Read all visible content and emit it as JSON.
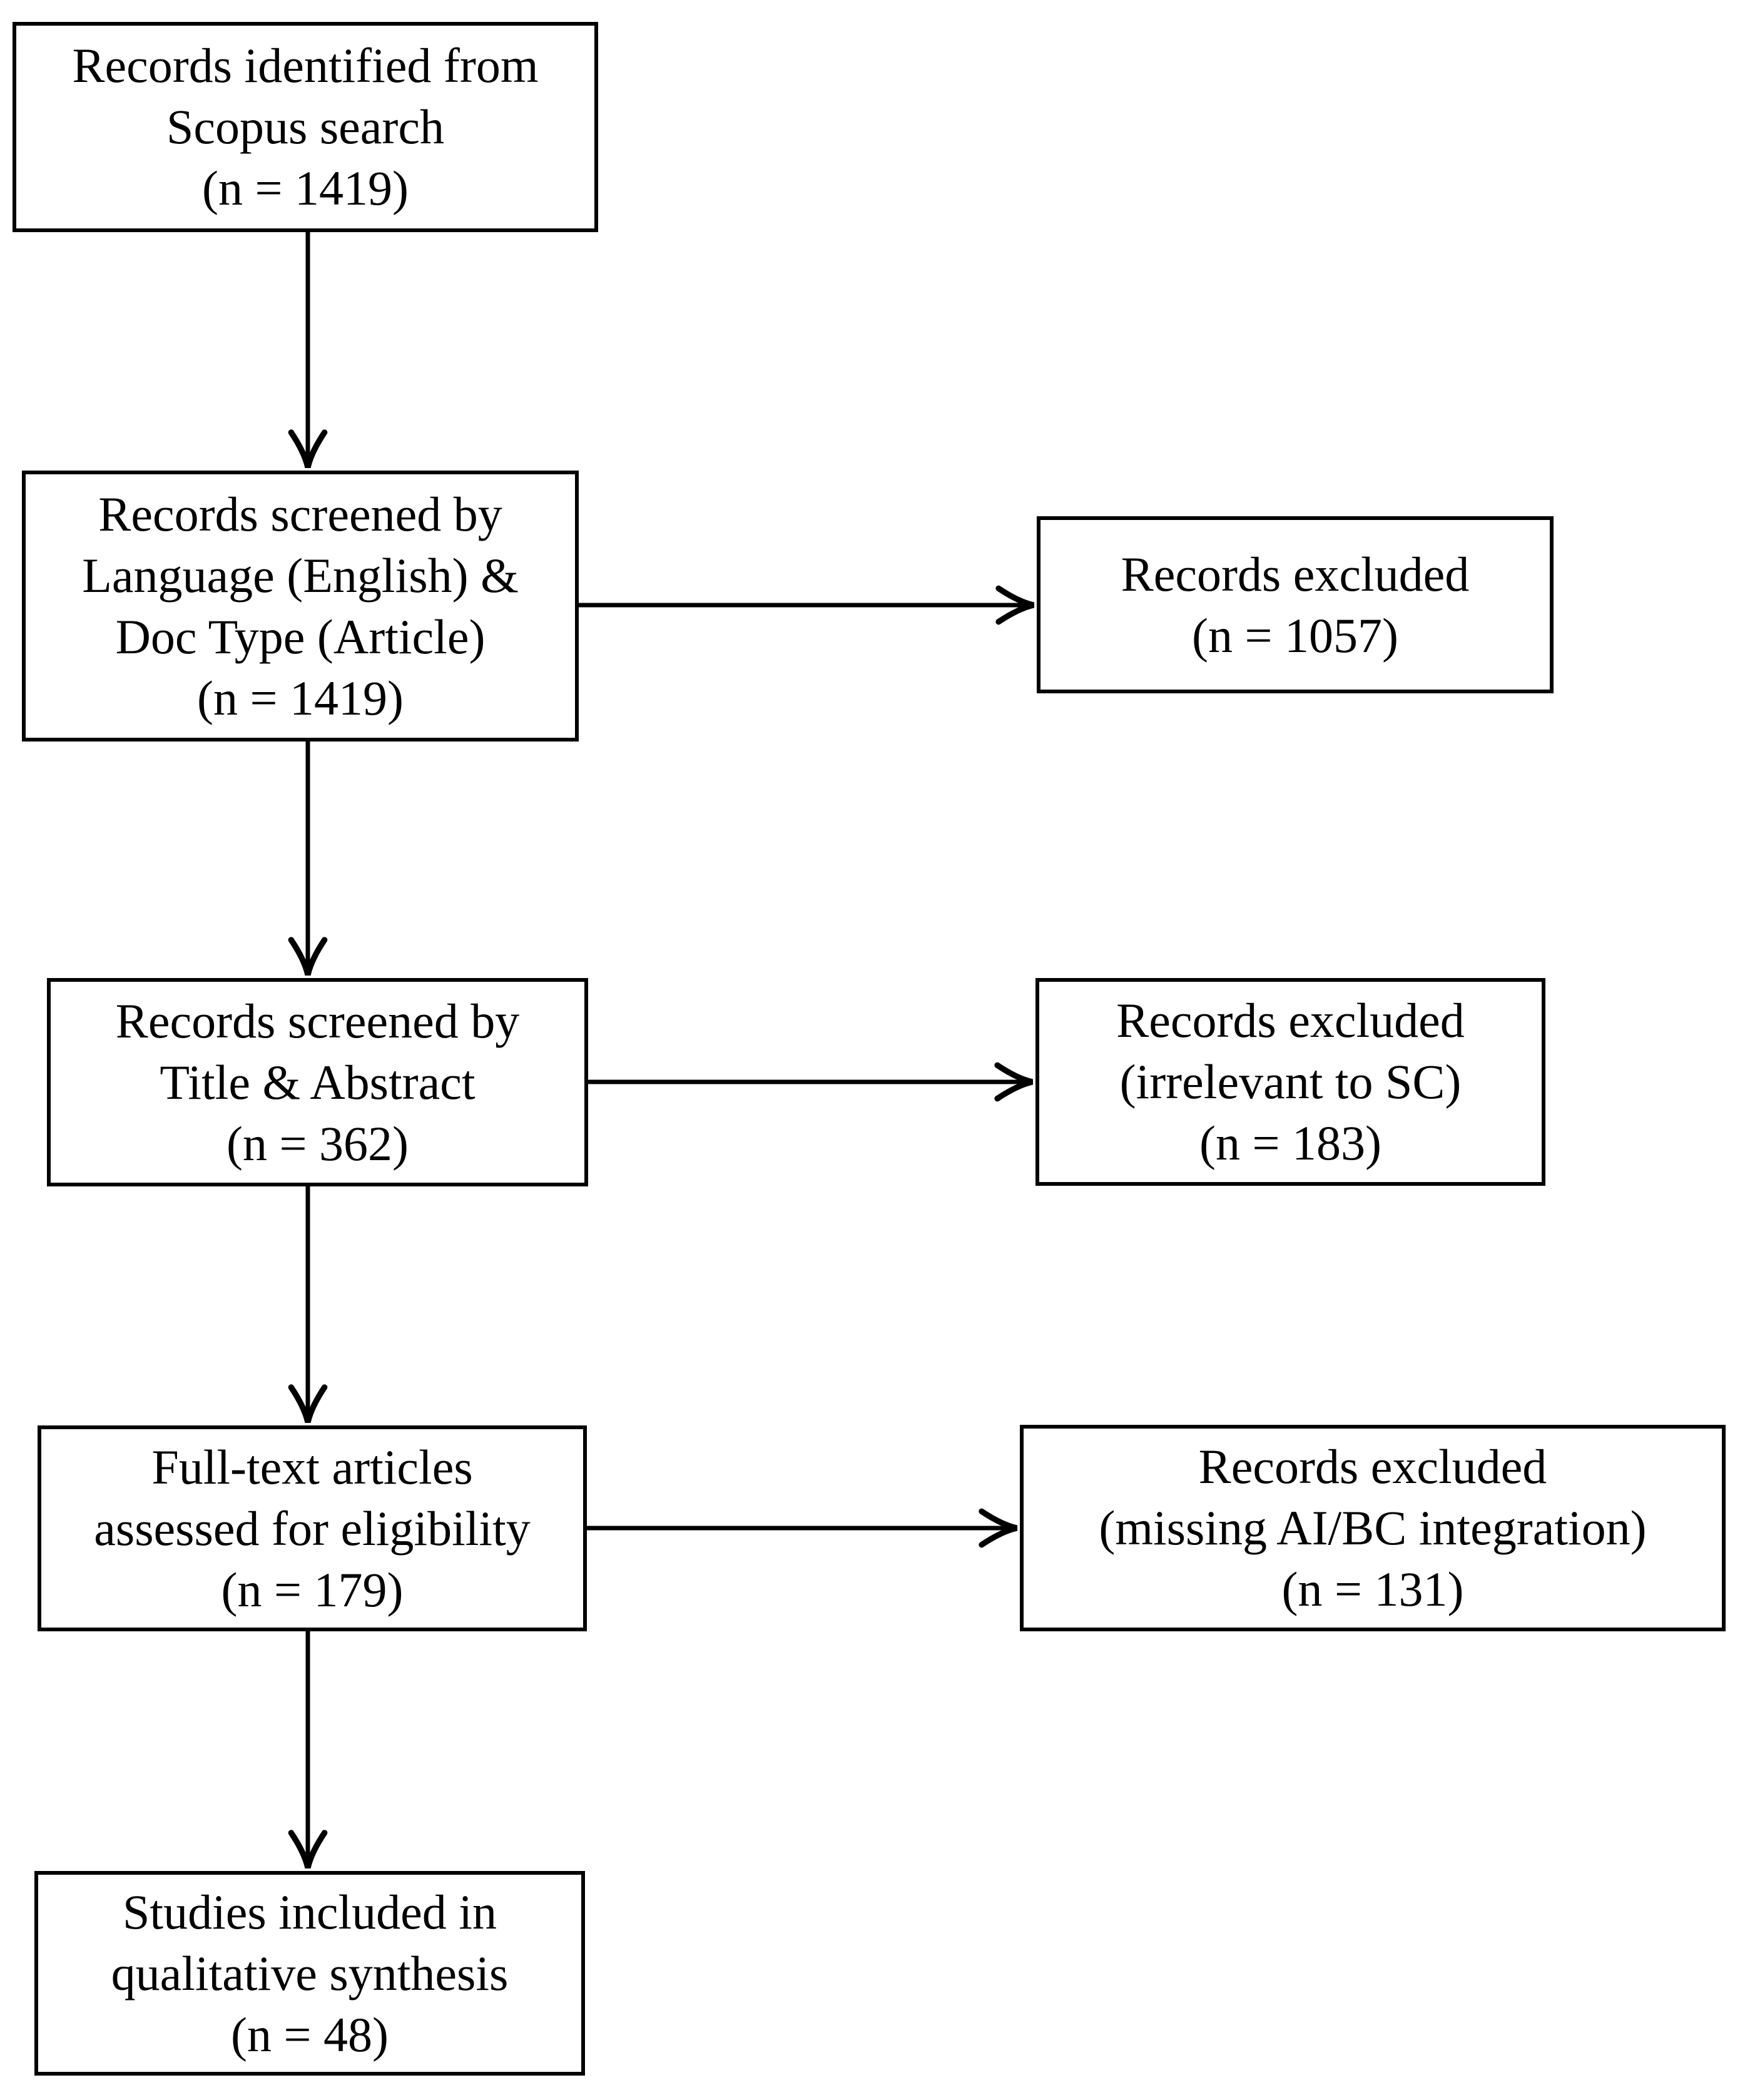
{
  "diagram": {
    "type": "flowchart",
    "title": "PRISMA-style study selection flow diagram",
    "background_color": "#ffffff",
    "line_color": "#000000",
    "text_color": "#000000",
    "nodes": [
      {
        "id": "identified",
        "lines": [
          "Records identified from",
          "Scopus search",
          "(n = 1419)"
        ],
        "count": 1419
      },
      {
        "id": "screened-language",
        "lines": [
          "Records screened by",
          "Language (English) &",
          "Doc Type (Article)",
          "(n = 1419)"
        ],
        "count": 1419
      },
      {
        "id": "excluded-1057",
        "lines": [
          "Records excluded",
          "(n = 1057)"
        ],
        "count": 1057
      },
      {
        "id": "screened-title-abstract",
        "lines": [
          "Records screened by",
          "Title & Abstract",
          "(n = 362)"
        ],
        "count": 362
      },
      {
        "id": "excluded-irrelevant",
        "lines": [
          "Records excluded",
          "(irrelevant to SC)",
          "(n = 183)"
        ],
        "count": 183
      },
      {
        "id": "fulltext-assessed",
        "lines": [
          "Full-text articles",
          "assessed for eligibility",
          "(n = 179)"
        ],
        "count": 179
      },
      {
        "id": "excluded-missing-aibc",
        "lines": [
          "Records excluded",
          "(missing AI/BC integration)",
          "(n = 131)"
        ],
        "count": 131
      },
      {
        "id": "included",
        "lines": [
          "Studies included in",
          "qualitative synthesis",
          "(n = 48)"
        ],
        "count": 48
      }
    ],
    "edges": [
      {
        "from": "identified",
        "to": "screened-language",
        "direction": "down"
      },
      {
        "from": "screened-language",
        "to": "excluded-1057",
        "direction": "right"
      },
      {
        "from": "screened-language",
        "to": "screened-title-abstract",
        "direction": "down"
      },
      {
        "from": "screened-title-abstract",
        "to": "excluded-irrelevant",
        "direction": "right"
      },
      {
        "from": "screened-title-abstract",
        "to": "fulltext-assessed",
        "direction": "down"
      },
      {
        "from": "fulltext-assessed",
        "to": "excluded-missing-aibc",
        "direction": "right"
      },
      {
        "from": "fulltext-assessed",
        "to": "included",
        "direction": "down"
      }
    ]
  }
}
